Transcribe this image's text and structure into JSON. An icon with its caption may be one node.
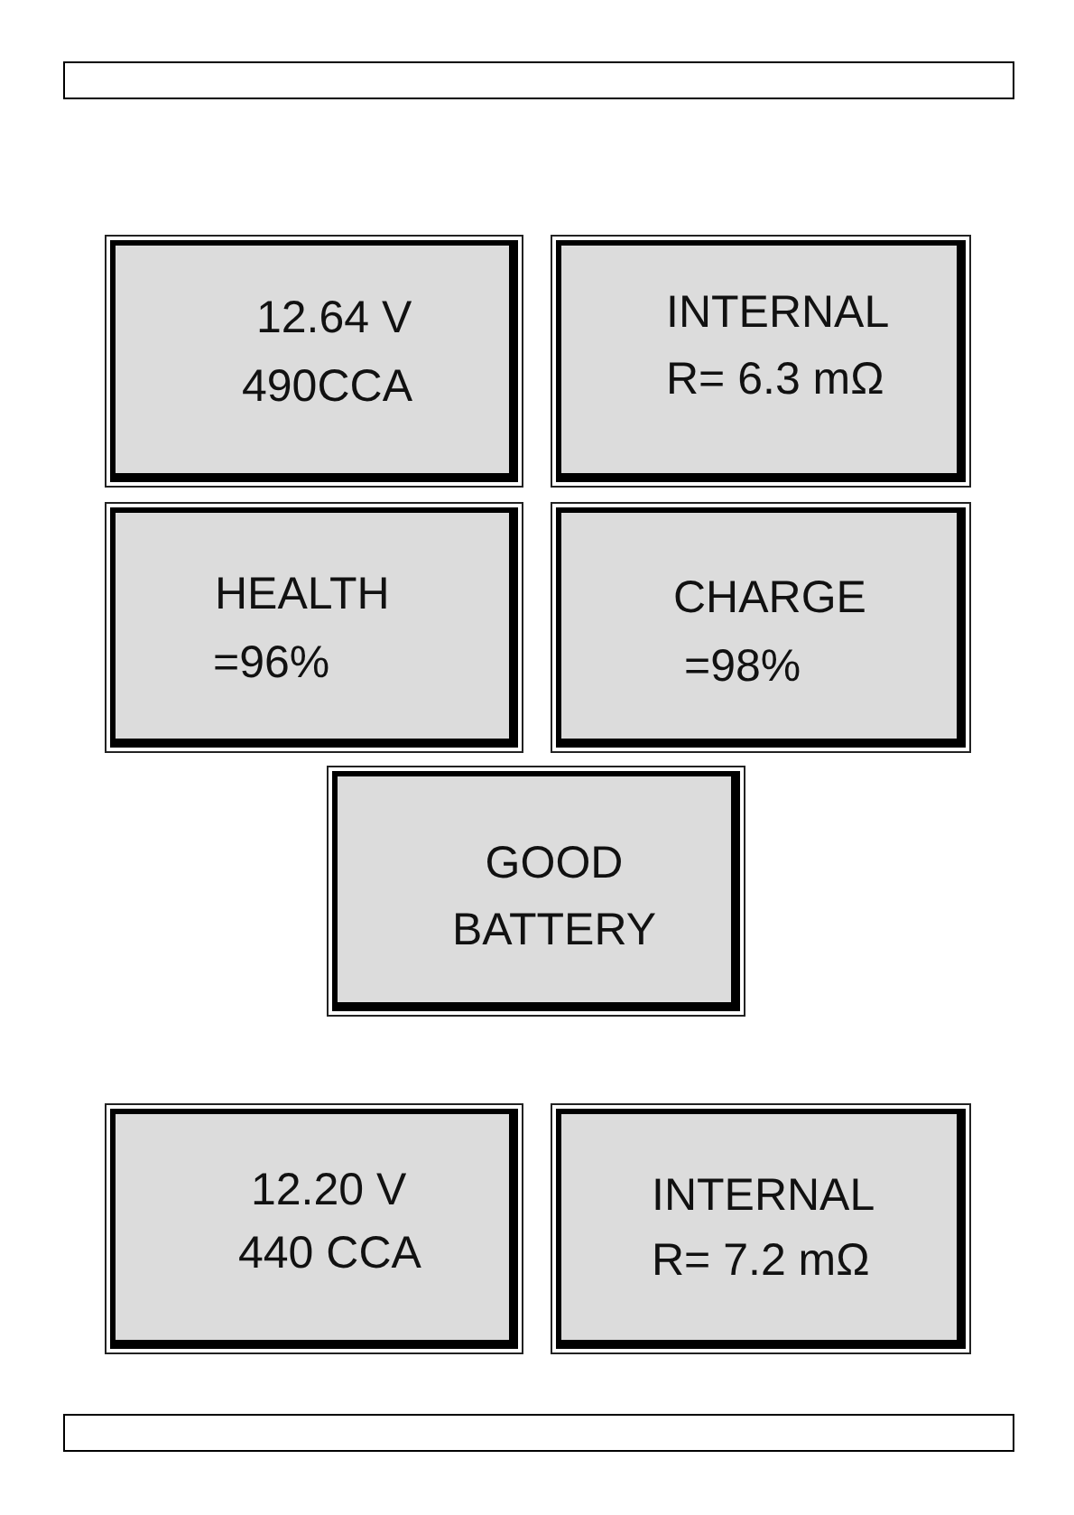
{
  "diagram": {
    "nodes": [
      {
        "text": [
          "12.64 V",
          "490CCA"
        ]
      },
      {
        "text": [
          "INTERNAL",
          "R= 6.3 mΩ"
        ]
      },
      {
        "text": [
          "HEALTH",
          "=96%"
        ]
      },
      {
        "text": [
          "CHARGE",
          "=98%"
        ]
      },
      {
        "text": [
          "GOOD BATTERY"
        ]
      },
      {
        "text": [
          "12.20 V",
          "440 CCA"
        ]
      },
      {
        "text": [
          "INTERNAL",
          "R= 7.2 mΩ"
        ]
      }
    ]
  }
}
